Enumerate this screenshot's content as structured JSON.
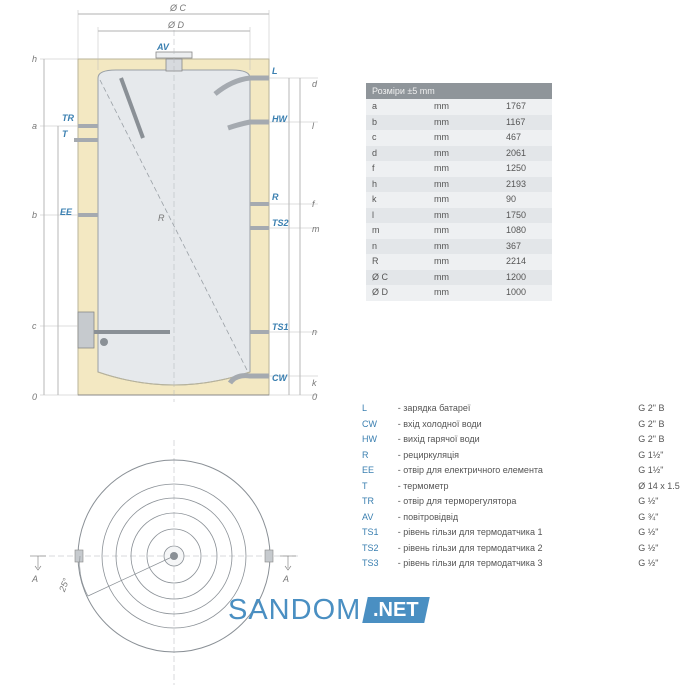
{
  "drawing": {
    "labels": {
      "dia_c": "Ø C",
      "dia_d": "Ø D",
      "av": "AV",
      "l": "L",
      "hw": "HW",
      "r": "R",
      "ts2": "TS2",
      "ts1": "TS1",
      "cw": "CW",
      "tr": "TR",
      "t": "T",
      "ee": "EE",
      "radius": "R",
      "h": "h",
      "a": "a",
      "b": "b",
      "c": "c",
      "zero_left": "0",
      "d": "d",
      "l_dim": "l",
      "f": "f",
      "m": "m",
      "n": "n",
      "k": "k",
      "zero_right": "0",
      "section_left": "A",
      "section_right": "A",
      "angle": "25°"
    }
  },
  "dimensions": {
    "header": "Розміри ±5 mm",
    "rows": [
      {
        "name": "a",
        "unit": "mm",
        "value": "1767"
      },
      {
        "name": "b",
        "unit": "mm",
        "value": "1167"
      },
      {
        "name": "c",
        "unit": "mm",
        "value": "467"
      },
      {
        "name": "d",
        "unit": "mm",
        "value": "2061"
      },
      {
        "name": "f",
        "unit": "mm",
        "value": "1250"
      },
      {
        "name": "h",
        "unit": "mm",
        "value": "2193"
      },
      {
        "name": "k",
        "unit": "mm",
        "value": "90"
      },
      {
        "name": "l",
        "unit": "mm",
        "value": "1750"
      },
      {
        "name": "m",
        "unit": "mm",
        "value": "1080"
      },
      {
        "name": "n",
        "unit": "mm",
        "value": "367"
      },
      {
        "name": "R",
        "unit": "mm",
        "value": "2214"
      },
      {
        "name": "Ø C",
        "unit": "mm",
        "value": "1200"
      },
      {
        "name": "Ø D",
        "unit": "mm",
        "value": "1000"
      }
    ]
  },
  "legend": [
    {
      "code": "L",
      "desc": "- зарядка батареї",
      "value": "G 2\" B"
    },
    {
      "code": "CW",
      "desc": "- вхід холодної води",
      "value": "G 2\" B"
    },
    {
      "code": "HW",
      "desc": "- вихід гарячої води",
      "value": "G 2\" B"
    },
    {
      "code": "R",
      "desc": "- рециркуляція",
      "value": "G 1½\""
    },
    {
      "code": "EE",
      "desc": "- отвір для електричного елемента",
      "value": "G 1½\""
    },
    {
      "code": "T",
      "desc": "- термометр",
      "value": "Ø 14 x 1.5"
    },
    {
      "code": "TR",
      "desc": "- отвір для терморегулятора",
      "value": "G ½\""
    },
    {
      "code": "AV",
      "desc": "- повітровідвід",
      "value": "G ¾\""
    },
    {
      "code": "TS1",
      "desc": "- рівень гільзи для термодатчика 1",
      "value": "G ½\""
    },
    {
      "code": "TS2",
      "desc": "- рівень гільзи для термодатчика 2",
      "value": "G ½\""
    },
    {
      "code": "TS3",
      "desc": "- рівень гільзи для термодатчика 3",
      "value": "G ½\""
    }
  ],
  "brand": {
    "text": "SANDOM",
    "suffix": ".NET"
  },
  "colors": {
    "insulation": "#f3e8c2",
    "accent": "#3a7fb0",
    "table_header": "#8f959a"
  }
}
